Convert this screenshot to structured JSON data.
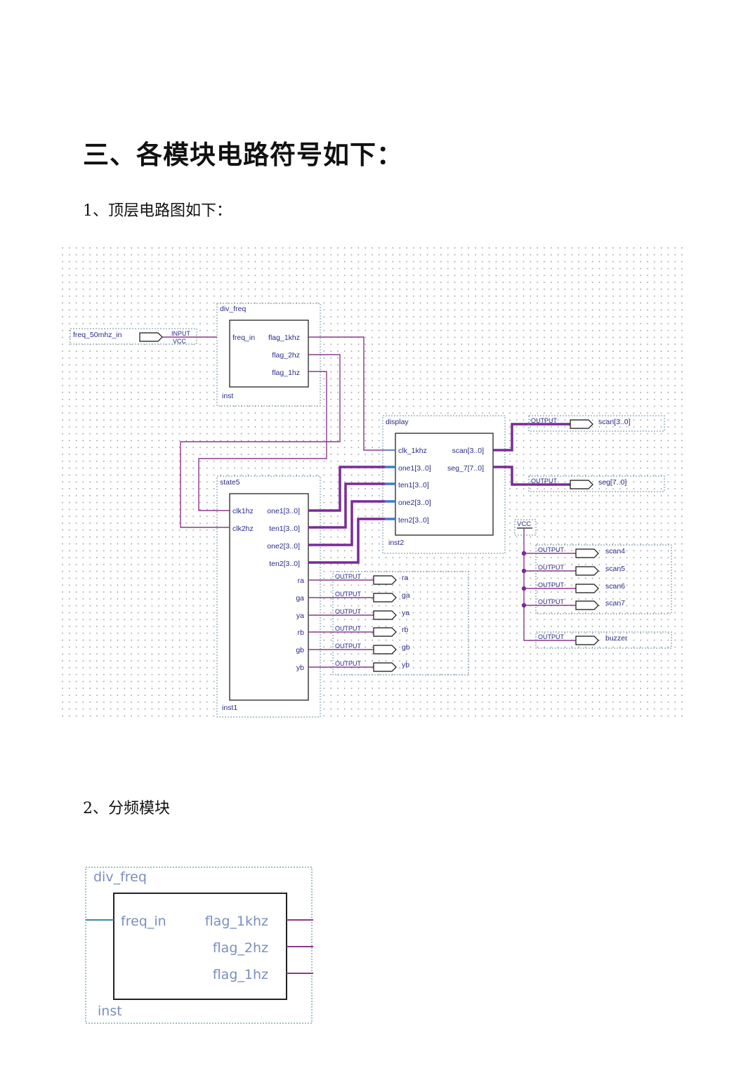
{
  "page": {
    "section_title": "三、各模块电路符号如下：",
    "item1": "1、顶层电路图如下：",
    "item2": "2、分频模块"
  },
  "schematic": {
    "input_pin": {
      "name": "freq_50mhz_in",
      "type": "INPUT",
      "vcc": "VCC"
    },
    "div_freq": {
      "title": "div_freq",
      "inst": "inst",
      "ports_in": [
        "freq_in"
      ],
      "ports_out": [
        "flag_1khz",
        "flag_2hz",
        "flag_1hz"
      ]
    },
    "state5": {
      "title": "state5",
      "inst": "inst1",
      "ports_in": [
        "clk1hz",
        "clk2hz"
      ],
      "ports_out": [
        "one1[3..0]",
        "ten1[3..0]",
        "one2[3..0]",
        "ten2[3..0]",
        "ra",
        "ga",
        "ya",
        "rb",
        "gb",
        "yb"
      ]
    },
    "display": {
      "title": "display",
      "inst": "inst2",
      "ports_in": [
        "clk_1khz",
        "one1[3..0]",
        "ten1[3..0]",
        "one2[3..0]",
        "ten2[3..0]"
      ],
      "ports_out": [
        "scan[3..0]",
        "seg_7[7..0]"
      ]
    },
    "vcc_label": "VCC",
    "output_type": "OUTPUT",
    "outputs_display": [
      "scan[3..0]",
      "seg[7..0]"
    ],
    "outputs_state": [
      "ra",
      "ga",
      "ya",
      "rb",
      "gb",
      "yb"
    ],
    "outputs_vcc": [
      "scan4",
      "scan5",
      "scan6",
      "scan7",
      "buzzer"
    ]
  },
  "zoom_block": {
    "title": "div_freq",
    "inst": "inst",
    "port_in": "freq_in",
    "ports_out": [
      "flag_1khz",
      "flag_2hz",
      "flag_1hz"
    ]
  },
  "colors": {
    "wire": "#8b3a8b",
    "bus": "#7a2a9a",
    "frame": "#6a8fa0",
    "dot": "#a0a0a0",
    "label": "#2a2a8c"
  }
}
